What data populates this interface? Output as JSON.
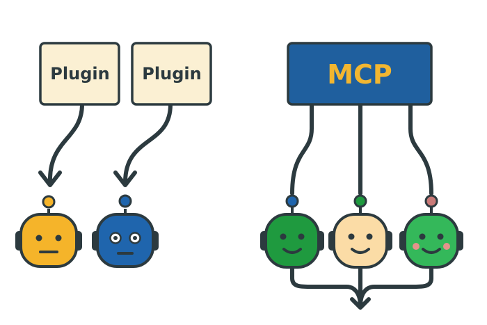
{
  "diagram": {
    "left_group": {
      "plugins": [
        {
          "label": "Plugin"
        },
        {
          "label": "Plugin"
        }
      ]
    },
    "right_group": {
      "hub": {
        "label": "MCP"
      }
    }
  },
  "colors": {
    "outline": "#2c3a3f",
    "plugin_fill": "#fbf0d3",
    "mcp_fill": "#1f5f9e",
    "mcp_text": "#f2b630",
    "robot_yellow": "#f5b42a",
    "robot_blue": "#1f65ad",
    "robot_green_dark": "#1f9a3f",
    "robot_cream": "#fbdca6",
    "robot_green_light": "#34b85a",
    "antenna_blue": "#1f65ad",
    "antenna_green": "#1f9a3f",
    "antenna_pink": "#c97a78",
    "cheek_pink": "#e6938b"
  }
}
